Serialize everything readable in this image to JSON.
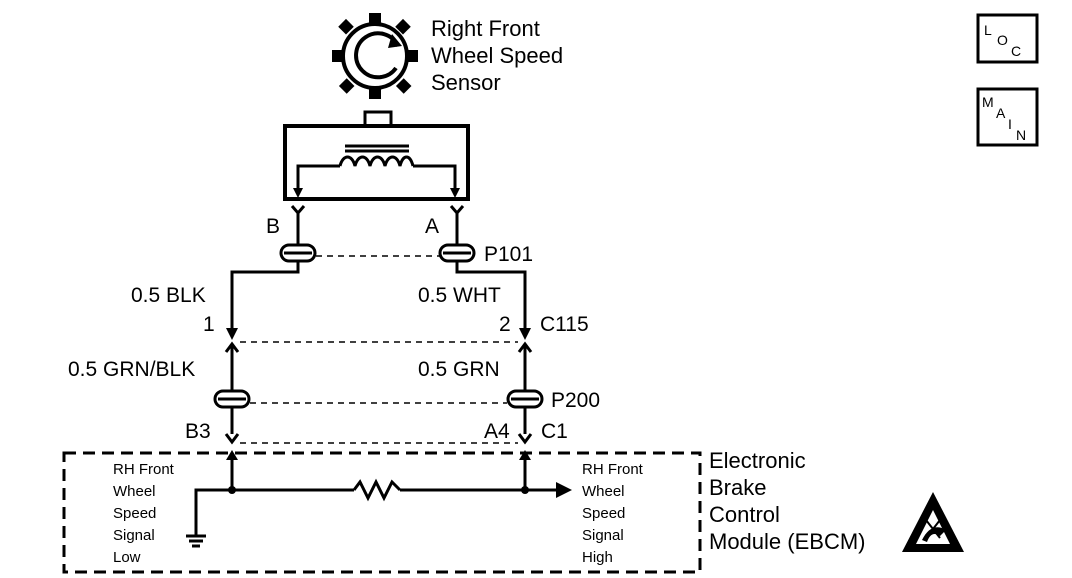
{
  "sensor": {
    "title_lines": [
      "Right Front",
      "Wheel Speed",
      "Sensor"
    ],
    "terminal_left": "B",
    "terminal_right": "A"
  },
  "connectors": {
    "p101": "P101",
    "c115": "C115",
    "p200": "P200",
    "c1": "C1"
  },
  "wires": {
    "left_upper": "0.5 BLK",
    "right_upper": "0.5 WHT",
    "left_lower": "0.5 GRN/BLK",
    "right_lower": "0.5 GRN"
  },
  "pins": {
    "c115_left": "1",
    "c115_right": "2",
    "ebcm_left": "B3",
    "ebcm_right": "A4"
  },
  "ebcm": {
    "name_lines": [
      "Electronic",
      "Brake",
      "Control",
      "Module (EBCM)"
    ],
    "left_signal_lines": [
      "RH Front",
      "Wheel",
      "Speed",
      "Signal",
      "Low"
    ],
    "right_signal_lines": [
      "RH Front",
      "Wheel",
      "Speed",
      "Signal",
      "High"
    ]
  },
  "badges": {
    "loc": [
      "L",
      "O",
      "C"
    ],
    "main": [
      "M",
      "A",
      "I",
      "N"
    ]
  },
  "icons": {
    "sensor": "wheel-speed-sensor-icon",
    "coil": "coil-icon",
    "resistor": "resistor-icon",
    "ground": "ground-icon",
    "esd": "esd-warning-icon"
  }
}
